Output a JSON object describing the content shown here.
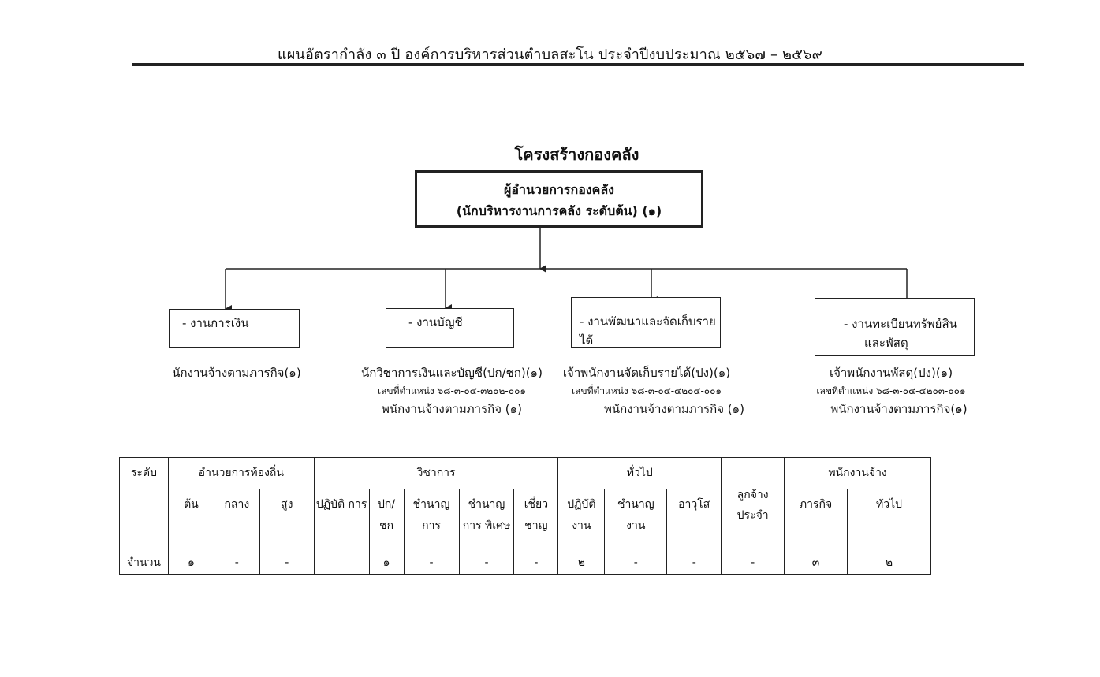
{
  "header": {
    "title": "แผนอัตรากำลัง ๓ ปี องค์การบริหารส่วนตำบลสะโน  ประจำปีงบประมาณ ๒๕๖๗ – ๒๕๖๙"
  },
  "chart": {
    "title": "โครงสร้างกองคลัง",
    "head": {
      "line1": "ผู้อำนวยการกองคลัง",
      "line2": "(นักบริหารงานการคลัง  ระดับต้น) (๑)"
    },
    "units": [
      {
        "label": "-  งานการเงิน",
        "staff": [
          "นักงานจ้างตามภารกิจ(๑)"
        ]
      },
      {
        "label": "- งานบัญชี",
        "staff": [
          "นักวิชาการเงินและบัญชี(ปก/ชก)(๑)",
          "เลขที่ตำแหน่ง ๖๘-๓-๐๔-๓๒๐๒-๐๐๑",
          "พนักงานจ้างตามภารกิจ  (๑)"
        ]
      },
      {
        "label": "-  งานพัฒนาและจัดเก็บรายได้",
        "staff": [
          "เจ้าพนักงานจัดเก็บรายได้(ปง)(๑)",
          "เลขที่ตำแหน่ง ๖๘-๓-๐๔-๔๒๐๔-๐๐๑",
          "พนักงานจ้างตามภารกิจ  (๑)"
        ]
      },
      {
        "label_line1": "- งานทะเบียนทรัพย์สิน",
        "label_line2": "และพัสดุ",
        "staff": [
          "เจ้าพนักงานพัสดุ(ปง)(๑)",
          "เลขที่ตำแหน่ง ๖๘-๓-๐๔-๔๒๐๓-๐๐๑",
          "พนักงานจ้างตามภารกิจ(๑)"
        ]
      }
    ]
  },
  "table": {
    "level_label": "ระดับ",
    "count_label": "จำนวน",
    "groups": {
      "local_admin": "อำนวยการท้องถิ่น",
      "academic": "วิชาการ",
      "general": "ทั่วไป",
      "permanent": "ลูกจ้าง ประจำ",
      "employees": "พนักงานจ้าง"
    },
    "columns": [
      {
        "label": "ต้น",
        "value": "๑"
      },
      {
        "label": "กลาง",
        "value": "-"
      },
      {
        "label": "สูง",
        "value": "-"
      },
      {
        "label": "ปฏิบัติ การ",
        "value": ""
      },
      {
        "label": "ปก/ ชก",
        "value": "๑"
      },
      {
        "label": "ชำนาญ การ",
        "value": "-"
      },
      {
        "label": "ชำนาญ การ พิเศษ",
        "value": "-"
      },
      {
        "label": "เชี่ยว ชาญ",
        "value": "-"
      },
      {
        "label": "ปฏิบัติ งาน",
        "value": "๒"
      },
      {
        "label": "ชำนาญ งาน",
        "value": "-"
      },
      {
        "label": "อาวุโส",
        "value": "-"
      },
      {
        "label": "ลูกจ้าง ประจำ",
        "value": "-"
      },
      {
        "label": "ภารกิจ",
        "value": "๓"
      },
      {
        "label": "ทั่วไป",
        "value": "๒"
      }
    ]
  }
}
